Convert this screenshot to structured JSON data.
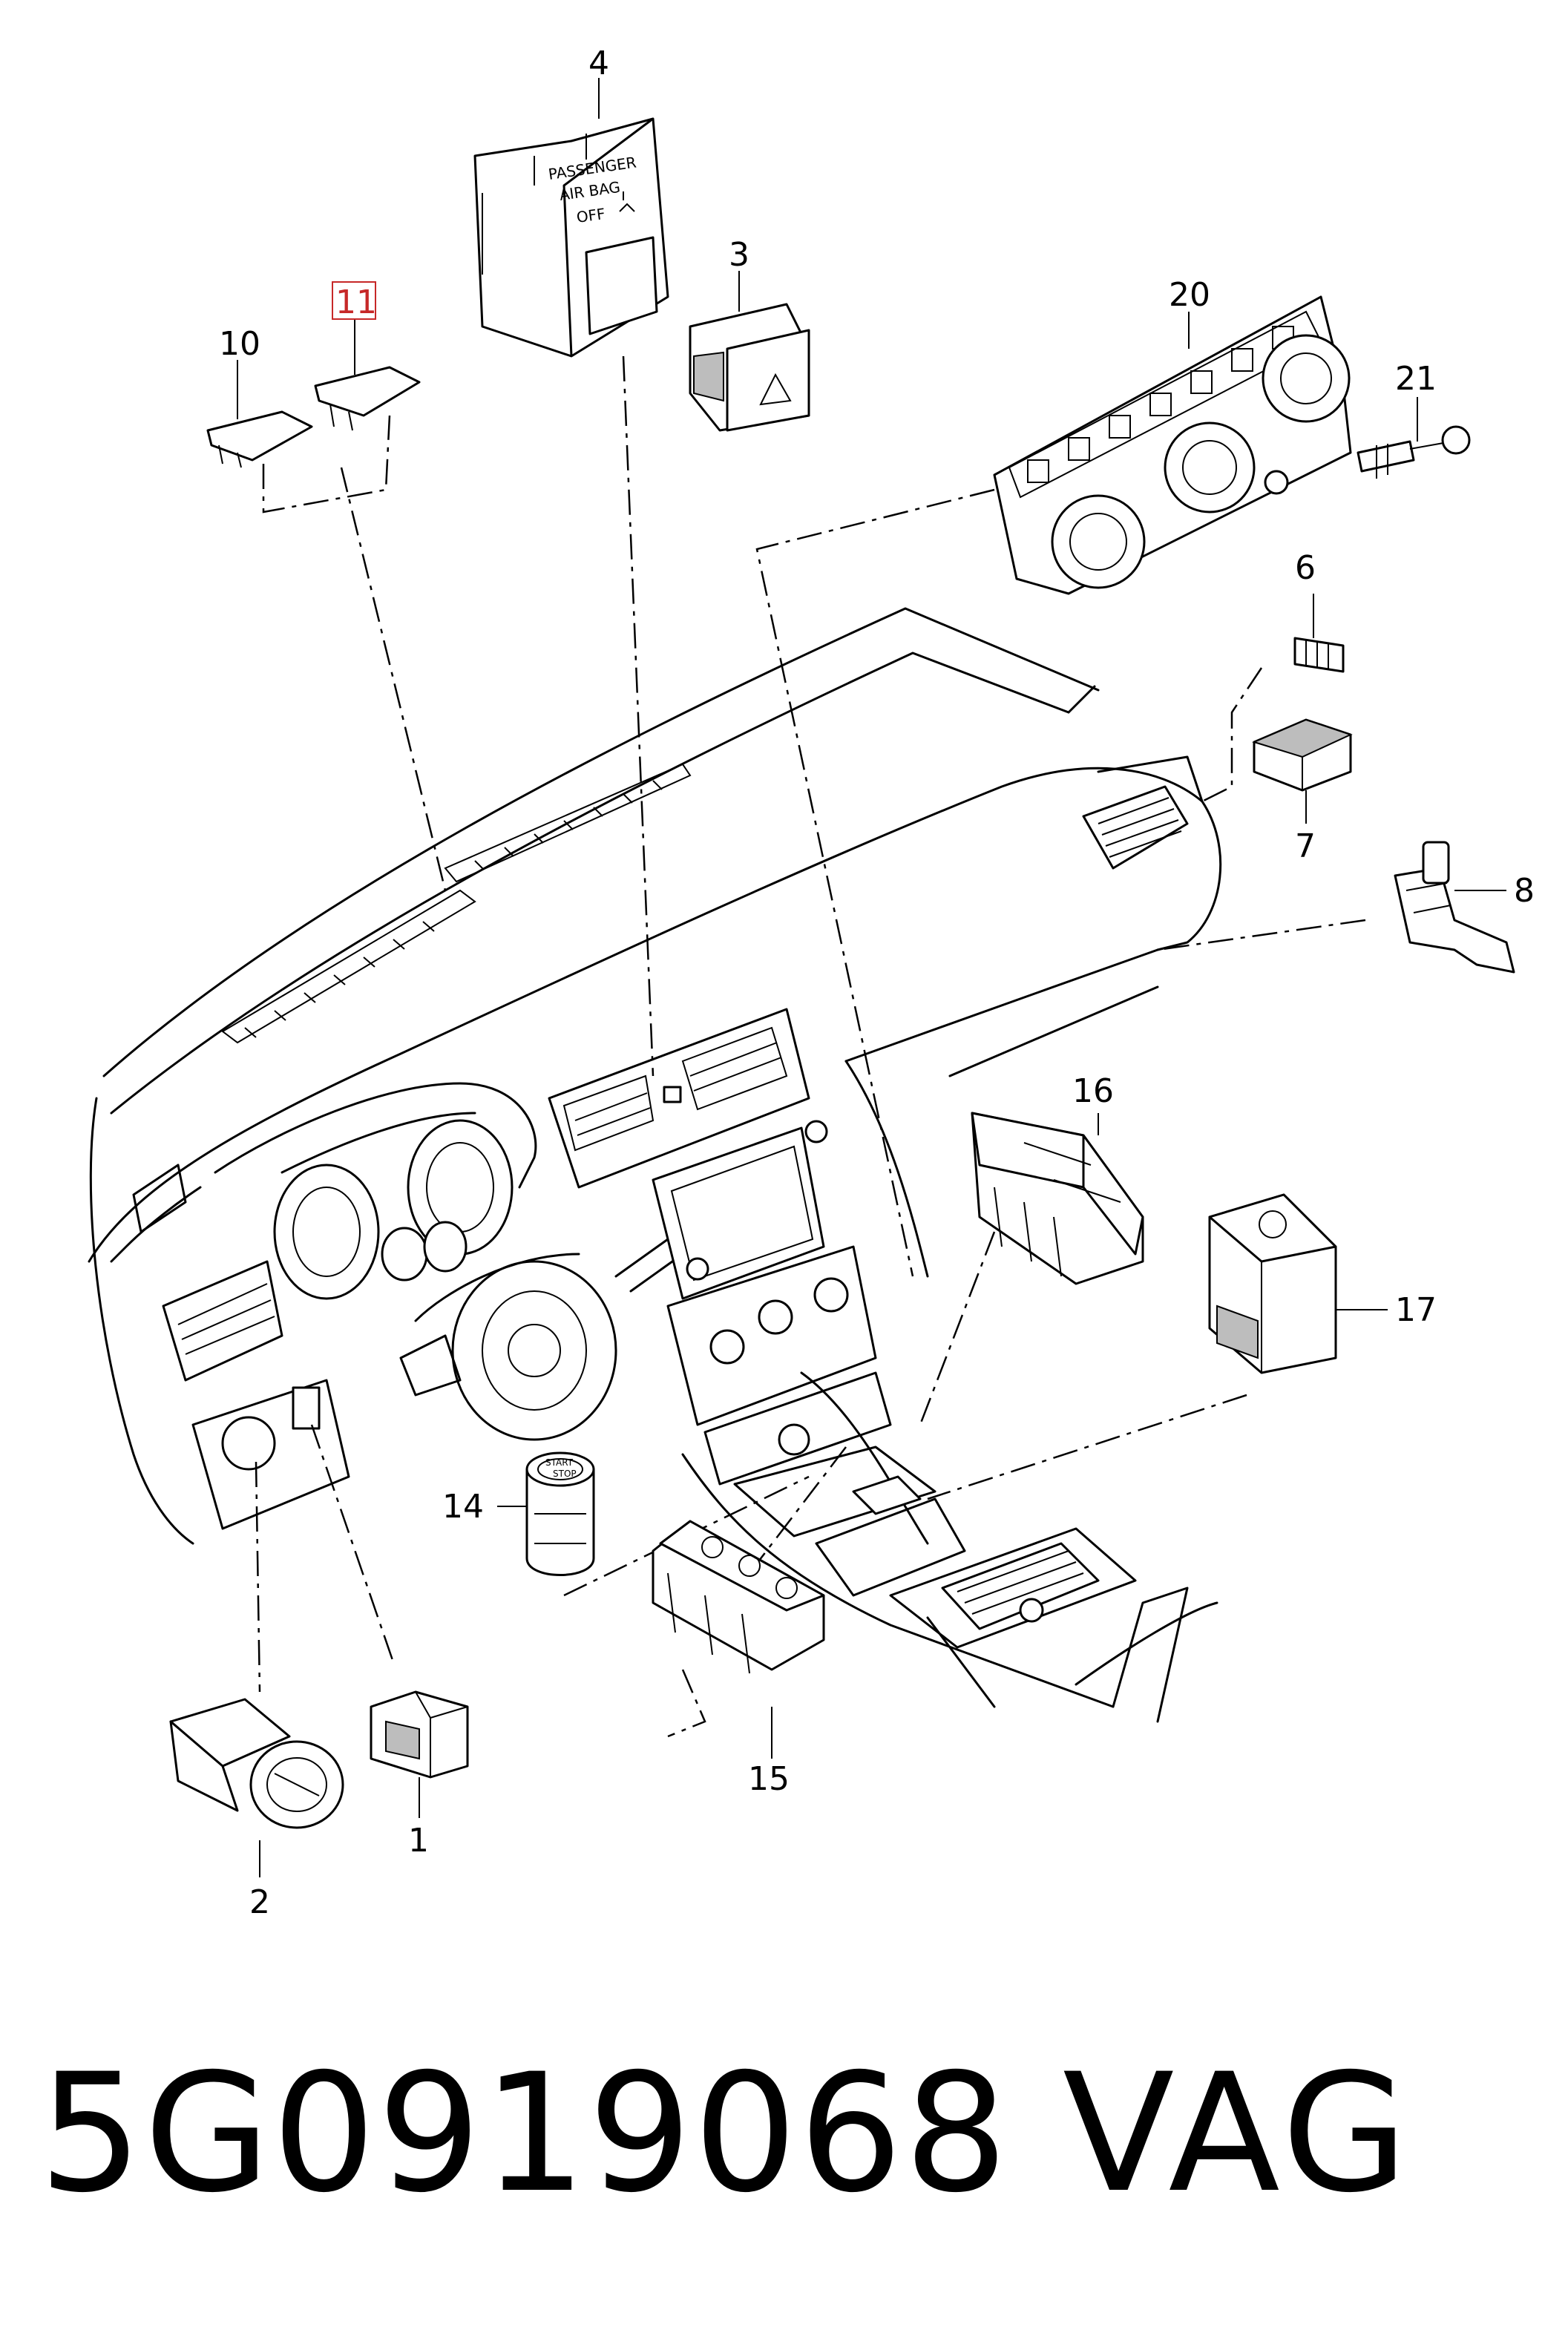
{
  "callouts": {
    "c1": "1",
    "c2": "2",
    "c3": "3",
    "c4": "4",
    "c6": "6",
    "c7": "7",
    "c8": "8",
    "c10": "10",
    "c11": "11",
    "c14": "14",
    "c15": "15",
    "c16": "16",
    "c17": "17",
    "c20": "20",
    "c21": "21"
  },
  "highlighted_callout": "11",
  "highlight_color": "#c62828",
  "airbag_label": {
    "line1": "PASSENGER",
    "line2": "AIR BAG",
    "line3": "OFF"
  },
  "start_stop_label": {
    "line1": "START",
    "line2": "STOP"
  },
  "part_number": "5G0919068",
  "brand": "VAG"
}
